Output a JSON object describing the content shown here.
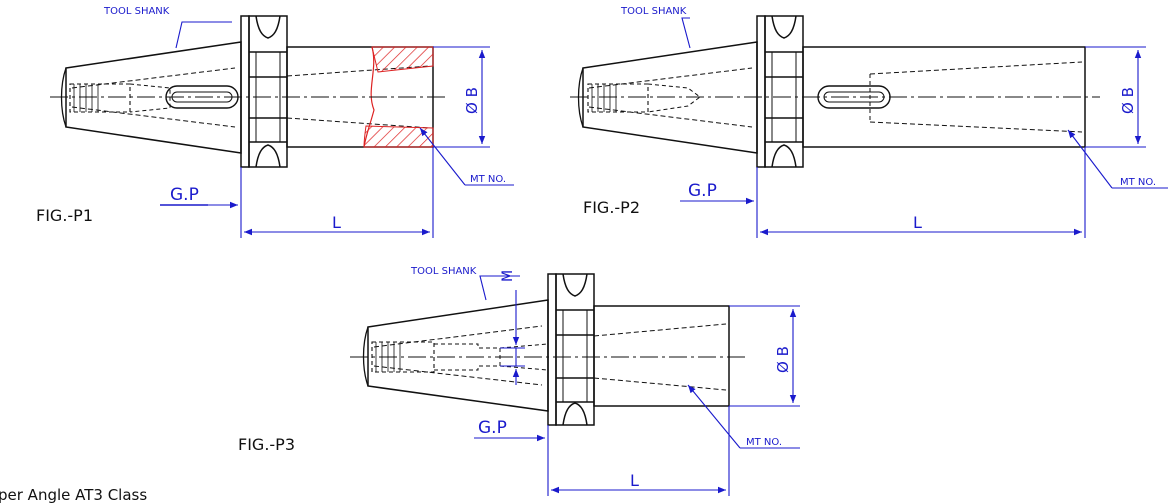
{
  "figures": [
    {
      "caption": "FIG.-P1",
      "callouts": {
        "tool_shank": "TOOL SHANK",
        "mt_no": "MT NO."
      },
      "dims": {
        "gauge_plane": "G.P",
        "diameter": "Ø B",
        "length": "L"
      }
    },
    {
      "caption": "FIG.-P2",
      "callouts": {
        "tool_shank": "TOOL SHANK",
        "mt_no": "MT NO."
      },
      "dims": {
        "gauge_plane": "G.P",
        "diameter": "Ø B",
        "length": "L"
      }
    },
    {
      "caption": "FIG.-P3",
      "callouts": {
        "tool_shank": "TOOL SHANK",
        "mt_no": "MT NO."
      },
      "dims": {
        "gauge_plane": "G.P",
        "diameter": "Ø B",
        "length": "L",
        "m": "M"
      }
    }
  ],
  "footer_text": "per Angle AT3 Class",
  "colors": {
    "outline": "#111111",
    "dimension": "#1a1acc",
    "section_hatch": "#dd2222"
  }
}
